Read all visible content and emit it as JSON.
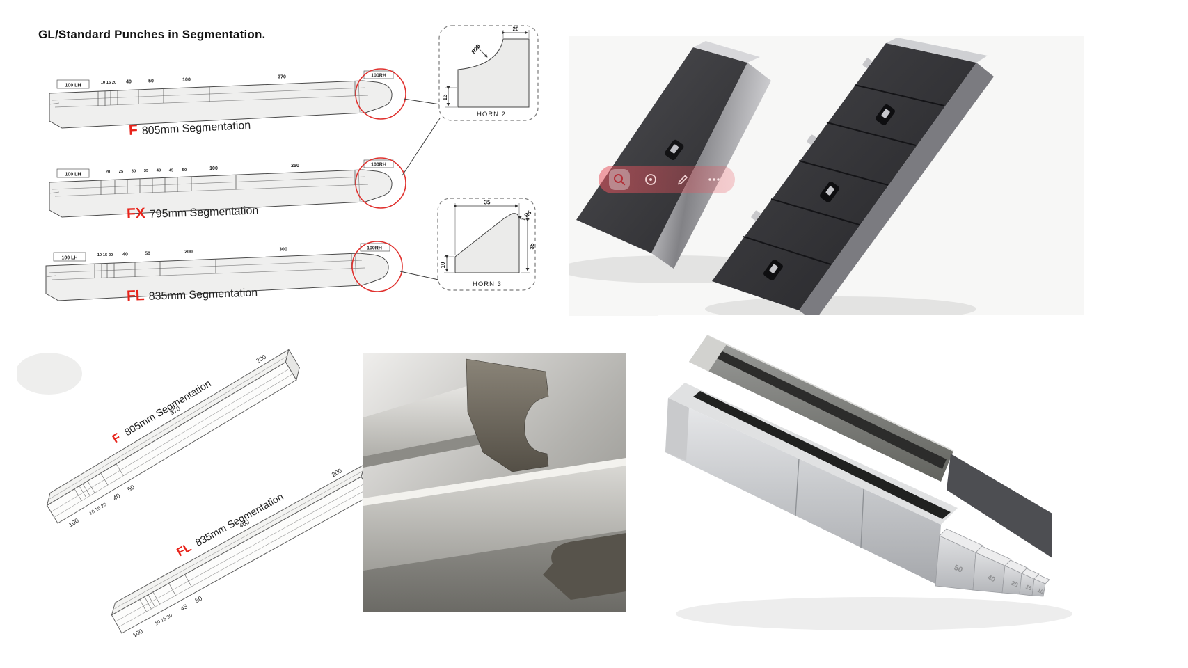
{
  "title": "GL/Standard Punches in Segmentation.",
  "punches": [
    {
      "code": "F",
      "desc": "805mm Segmentation",
      "left": "100 LH",
      "right": "100RH",
      "labels": [
        "10 15 20",
        "40",
        "50",
        "100",
        "370"
      ]
    },
    {
      "code": "FX",
      "desc": "795mm Segmentation",
      "left": "100 LH",
      "right": "100RH",
      "labels": [
        "20",
        "25",
        "30",
        "35",
        "40",
        "45",
        "50",
        "100",
        "250"
      ]
    },
    {
      "code": "FL",
      "desc": "835mm Segmentation",
      "left": "100 LH",
      "right": "100RH",
      "labels": [
        "10 15 20",
        "40",
        "50",
        "200",
        "300"
      ]
    }
  ],
  "horn2": {
    "title": "HORN 2",
    "dim_top": "20",
    "dim_radius": "R25",
    "dim_side": "13"
  },
  "horn3": {
    "title": "HORN 3",
    "dim_top": "35",
    "dim_radius": "R5",
    "dim_right": "35",
    "dim_left": "10"
  },
  "iso": [
    {
      "code": "F",
      "desc": "805mm Segmentation",
      "bottom": [
        "100",
        "10 15 20",
        "40",
        "50"
      ],
      "top": [
        "370",
        "200"
      ]
    },
    {
      "code": "FL",
      "desc": "835mm Segmentation",
      "bottom": [
        "100",
        "10 15 20",
        "45",
        "50"
      ],
      "top": [
        "400",
        "200"
      ]
    }
  ],
  "toolbar": {
    "icons": [
      "search",
      "lens",
      "pen",
      "more"
    ]
  },
  "punch_set": {
    "step_labels": [
      "50",
      "40",
      "20",
      "15",
      "10"
    ]
  },
  "colors": {
    "accent_red": "#e8231a",
    "callout_red": "#e0312e",
    "toolbar_pink": "#e2616b"
  }
}
